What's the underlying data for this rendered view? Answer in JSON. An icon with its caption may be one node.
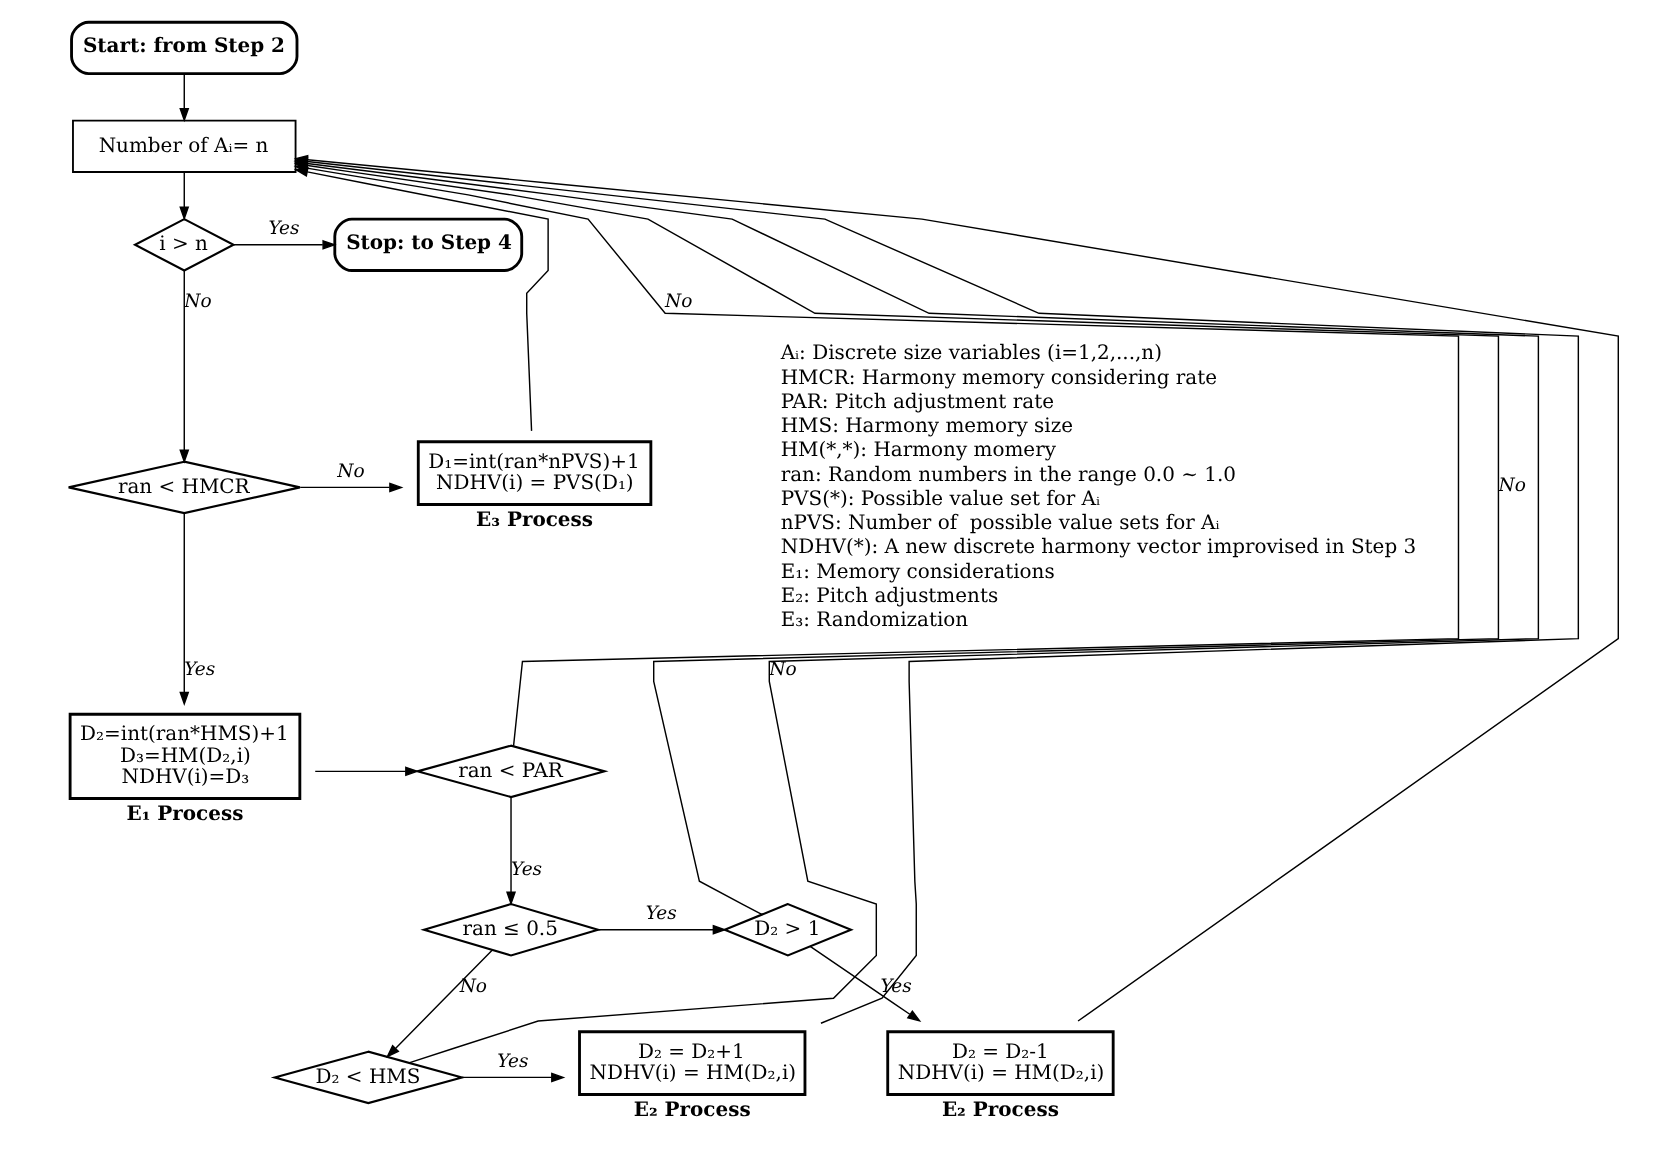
{
  "diagram": {
    "nodes": [
      {
        "text": [
          "Start: from Step 2"
        ]
      },
      {
        "text": [
          "Number of Aᵢ= n"
        ]
      },
      {
        "text": [
          "i > n"
        ]
      },
      {
        "text": [
          "Stop: to Step 4"
        ]
      },
      {
        "text": [
          "ran < HMCR"
        ]
      },
      {
        "text": [
          "D₁=int(ran*nPVS)+1",
          "NDHV(i) = PVS(D₁)"
        ],
        "beside": [
          "E₃ Process"
        ]
      },
      {
        "text": [
          "D₂=int(ran*HMS)+1",
          "D₃=HM(D₂,i)",
          "NDHV(i)=D₃"
        ],
        "beside": [
          "E₁ Process"
        ]
      },
      {
        "text": [
          "ran < PAR"
        ]
      },
      {
        "text": [
          "ran ≤ 0.5"
        ]
      },
      {
        "text": [
          "D₂ > 1"
        ]
      },
      {
        "text": [
          "D₂ < HMS"
        ]
      },
      {
        "text": [
          "D₂ = D₂+1",
          "NDHV(i) = HM(D₂,i)"
        ],
        "beside": [
          "E₂ Process"
        ]
      },
      {
        "text": [
          "D₂ = D₂-1",
          "NDHV(i) = HM(D₂,i)"
        ],
        "beside": [
          "E₂ Process"
        ]
      }
    ],
    "edges": [
      {
        "from": 0,
        "to": 1,
        "arrow": "to"
      },
      {
        "from": 1,
        "to": 2,
        "arrow": "to"
      },
      {
        "from": 2,
        "to": 3,
        "arrow": "to",
        "label": "Yes"
      },
      {
        "from": 2,
        "to": 4,
        "arrow": "to",
        "label": "No"
      },
      {
        "from": 4,
        "to": 5,
        "arrow": "to",
        "label": "No"
      },
      {
        "from": 4,
        "to": 6,
        "arrow": "to",
        "label": "Yes"
      },
      {
        "from": 6,
        "to": 7,
        "arrow": "to"
      },
      {
        "from": 7,
        "to": 8,
        "arrow": "to",
        "label": "Yes"
      },
      {
        "from": 7,
        "to": 1,
        "arrow": "to",
        "label": "No"
      },
      {
        "from": 8,
        "to": 9,
        "arrow": "to",
        "label": "Yes"
      },
      {
        "from": 8,
        "to": 10,
        "arrow": "to",
        "label": "No"
      },
      {
        "from": 9,
        "to": 12,
        "arrow": "to",
        "label": "Yes"
      },
      {
        "from": 9,
        "to": 1,
        "arrow": "to",
        "label": "No"
      },
      {
        "from": 10,
        "to": 11,
        "arrow": "to",
        "label": "Yes"
      },
      {
        "from": 10,
        "to": 1,
        "arrow": "to",
        "label": "No"
      },
      {
        "from": 11,
        "to": 1,
        "arrow": "to"
      },
      {
        "from": 12,
        "to": 1,
        "arrow": "to"
      },
      {
        "from": 5,
        "to": 1,
        "arrow": "to"
      }
    ],
    "labels": [
      "Aᵢ: Discrete size variables (i=1,2,...,n)",
      "HMCR: Harmony memory considering rate",
      "PAR: Pitch adjustment rate",
      "HMS: Harmony memory size",
      "HM(*,*): Harmony momery",
      "ran: Random numbers in the range 0.0 ~ 1.0",
      "PVS(*): Possible value set for Aᵢ",
      "nPVS: Number of  possible value sets for Aᵢ",
      "NDHV(*): A new discrete harmony vector improvised in Step 3",
      "E₁: Memory considerations",
      "E₂: Pitch adjustments",
      "E₃: Randomization"
    ]
  }
}
